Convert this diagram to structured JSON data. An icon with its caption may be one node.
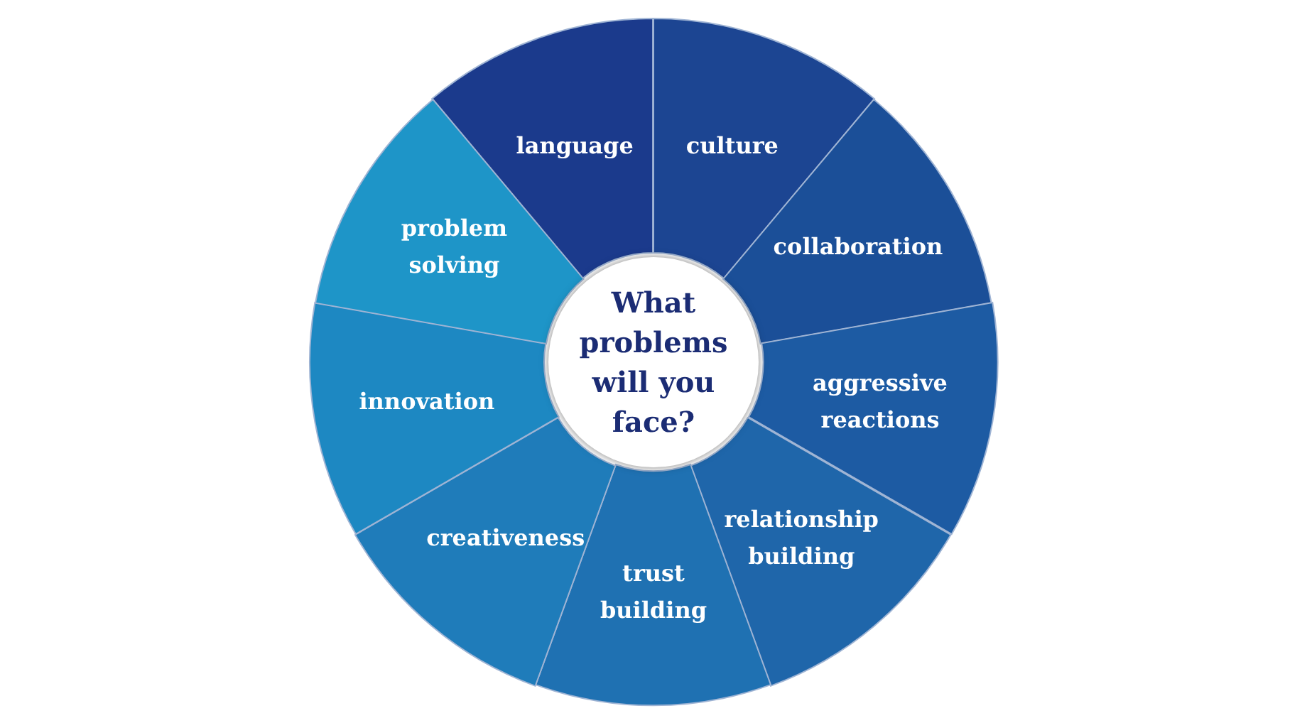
{
  "diagram": {
    "nodes": [
      {
        "text": [
          "What problems will you face?"
        ]
      },
      {
        "text": [
          "language"
        ]
      },
      {
        "text": [
          "culture"
        ]
      },
      {
        "text": [
          "collaboration"
        ]
      },
      {
        "text": [
          "aggressive reactions"
        ]
      },
      {
        "text": [
          "relationship building"
        ]
      },
      {
        "text": [
          "trust building"
        ]
      },
      {
        "text": [
          "creativeness"
        ]
      },
      {
        "text": [
          "innovation"
        ]
      },
      {
        "text": [
          "problem solving"
        ]
      }
    ]
  }
}
